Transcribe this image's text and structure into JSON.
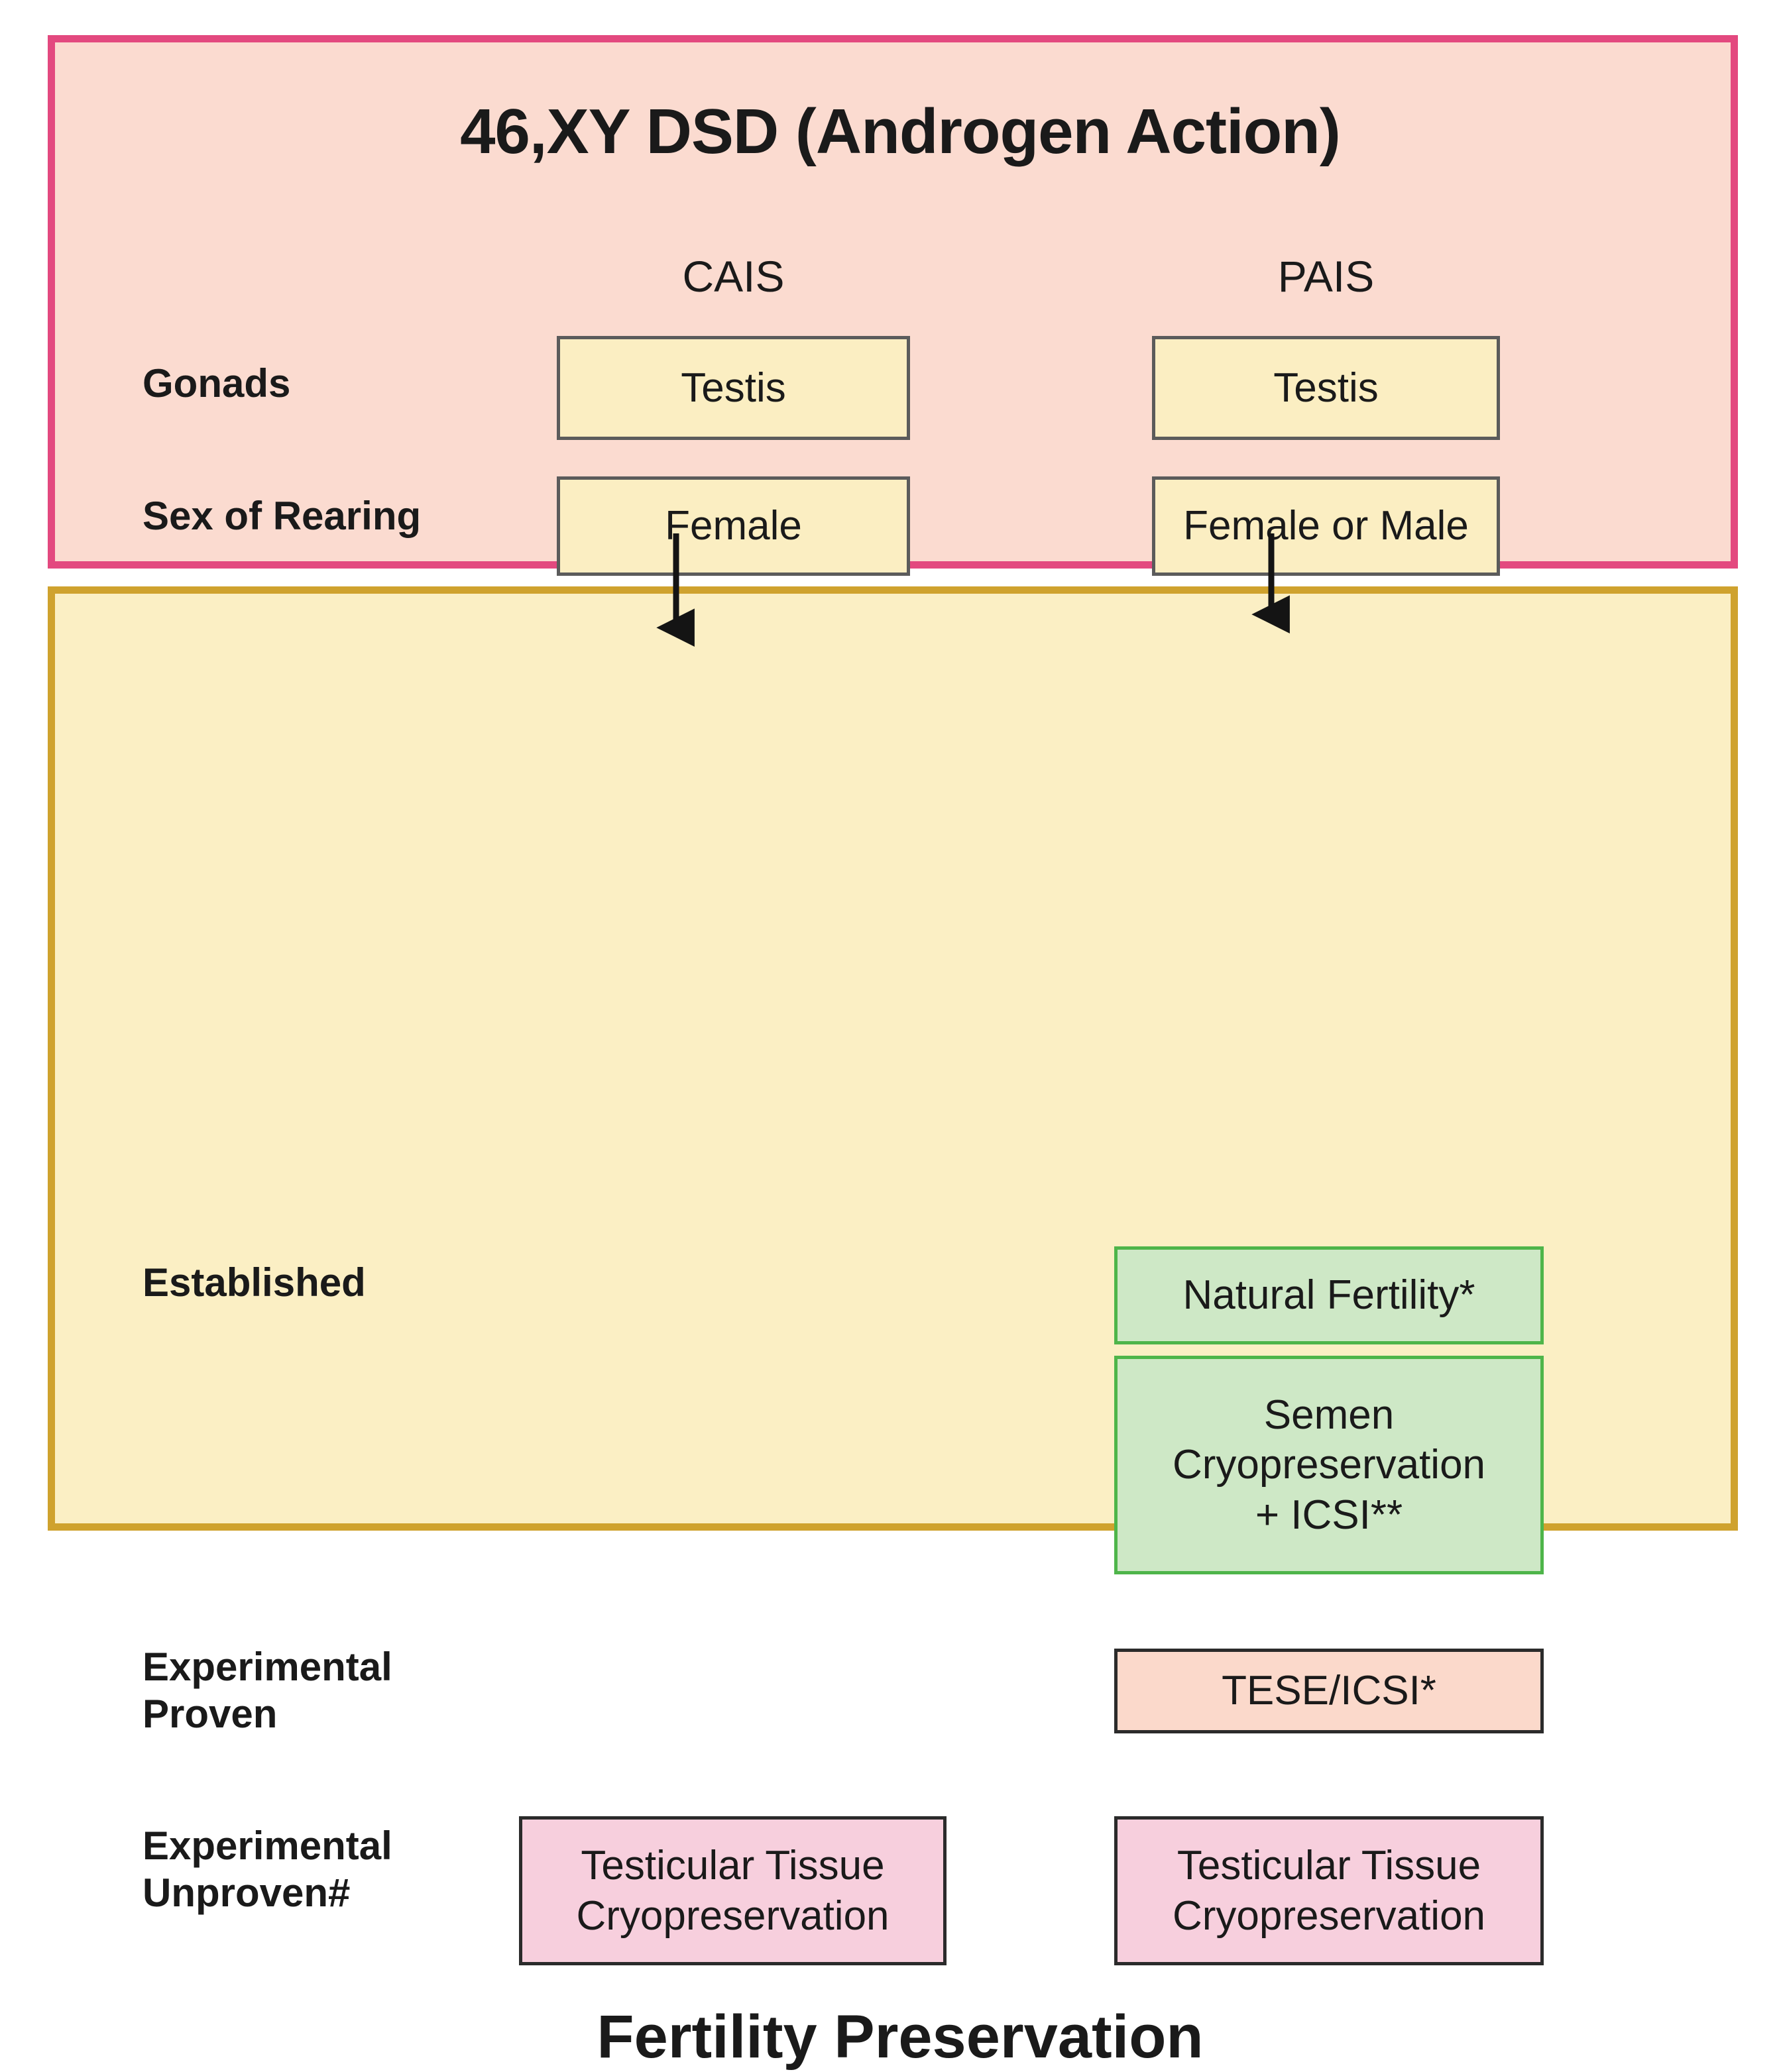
{
  "figure": {
    "top_panel": {
      "title": "46,XY DSD (Androgen Action)",
      "columns": [
        {
          "key": "cais",
          "label": "CAIS"
        },
        {
          "key": "pais",
          "label": "PAIS"
        }
      ],
      "rows": [
        {
          "label": "Gonads",
          "cais": "Testis",
          "pais": "Testis"
        },
        {
          "label": "Sex of Rearing",
          "cais": "Female",
          "pais": "Female or Male"
        }
      ]
    },
    "bottom_panel": {
      "title": "Fertility Preservation",
      "rows": [
        {
          "label": "Established",
          "cais": [],
          "pais": [
            "Natural Fertility*",
            "Semen\nCryopreservation\n+ ICSI**"
          ]
        },
        {
          "label": "Experimental\nProven",
          "cais": [],
          "pais": [
            "TESE/ICSI*"
          ]
        },
        {
          "label": "Experimental\nUnproven#",
          "cais": [
            "Testicular Tissue\nCryopreservation"
          ],
          "pais": [
            "Testicular Tissue\nCryopreservation"
          ]
        }
      ]
    },
    "boxes": {
      "testis_cais": "Testis",
      "testis_pais": "Testis",
      "female_cais": "Female",
      "female_male_pais": "Female or Male",
      "natural_fertility": "Natural Fertility*",
      "semen_cryo_icsi": "Semen\nCryopreservation\n+ ICSI**",
      "tese_icsi": "TESE/ICSI*",
      "ttc_cais": "Testicular Tissue\nCryopreservation",
      "ttc_pais": "Testicular Tissue\nCryopreservation"
    },
    "labels": {
      "gonads": "Gonads",
      "sex_of_rearing": "Sex of Rearing",
      "established": "Established",
      "experimental_proven": "Experimental\nProven",
      "experimental_unproven": "Experimental\nUnproven#"
    },
    "connectors": [
      {
        "name": "cais-flow-arrow",
        "from": "female_cais",
        "to": "cais-fertility-column"
      },
      {
        "name": "pais-flow-arrow",
        "from": "female_male_pais",
        "to": "natural_fertility"
      }
    ],
    "colors": {
      "top_panel_border": "#e3497f",
      "top_panel_fill": "#fbdbd0",
      "bottom_panel_border": "#cfa22e",
      "bottom_panel_fill": "#fbefc4",
      "yellow_box_fill": "#fbeec2",
      "yellow_box_border": "#5b5b5b",
      "green_box_fill": "#cee8c6",
      "green_box_border": "#4eb54a",
      "peach_box_fill": "#fbd9cb",
      "pink_box_fill": "#f7cfdd",
      "dark_box_border": "#2b2b2b",
      "text": "#1a1a1a",
      "arrow": "#141414"
    }
  }
}
